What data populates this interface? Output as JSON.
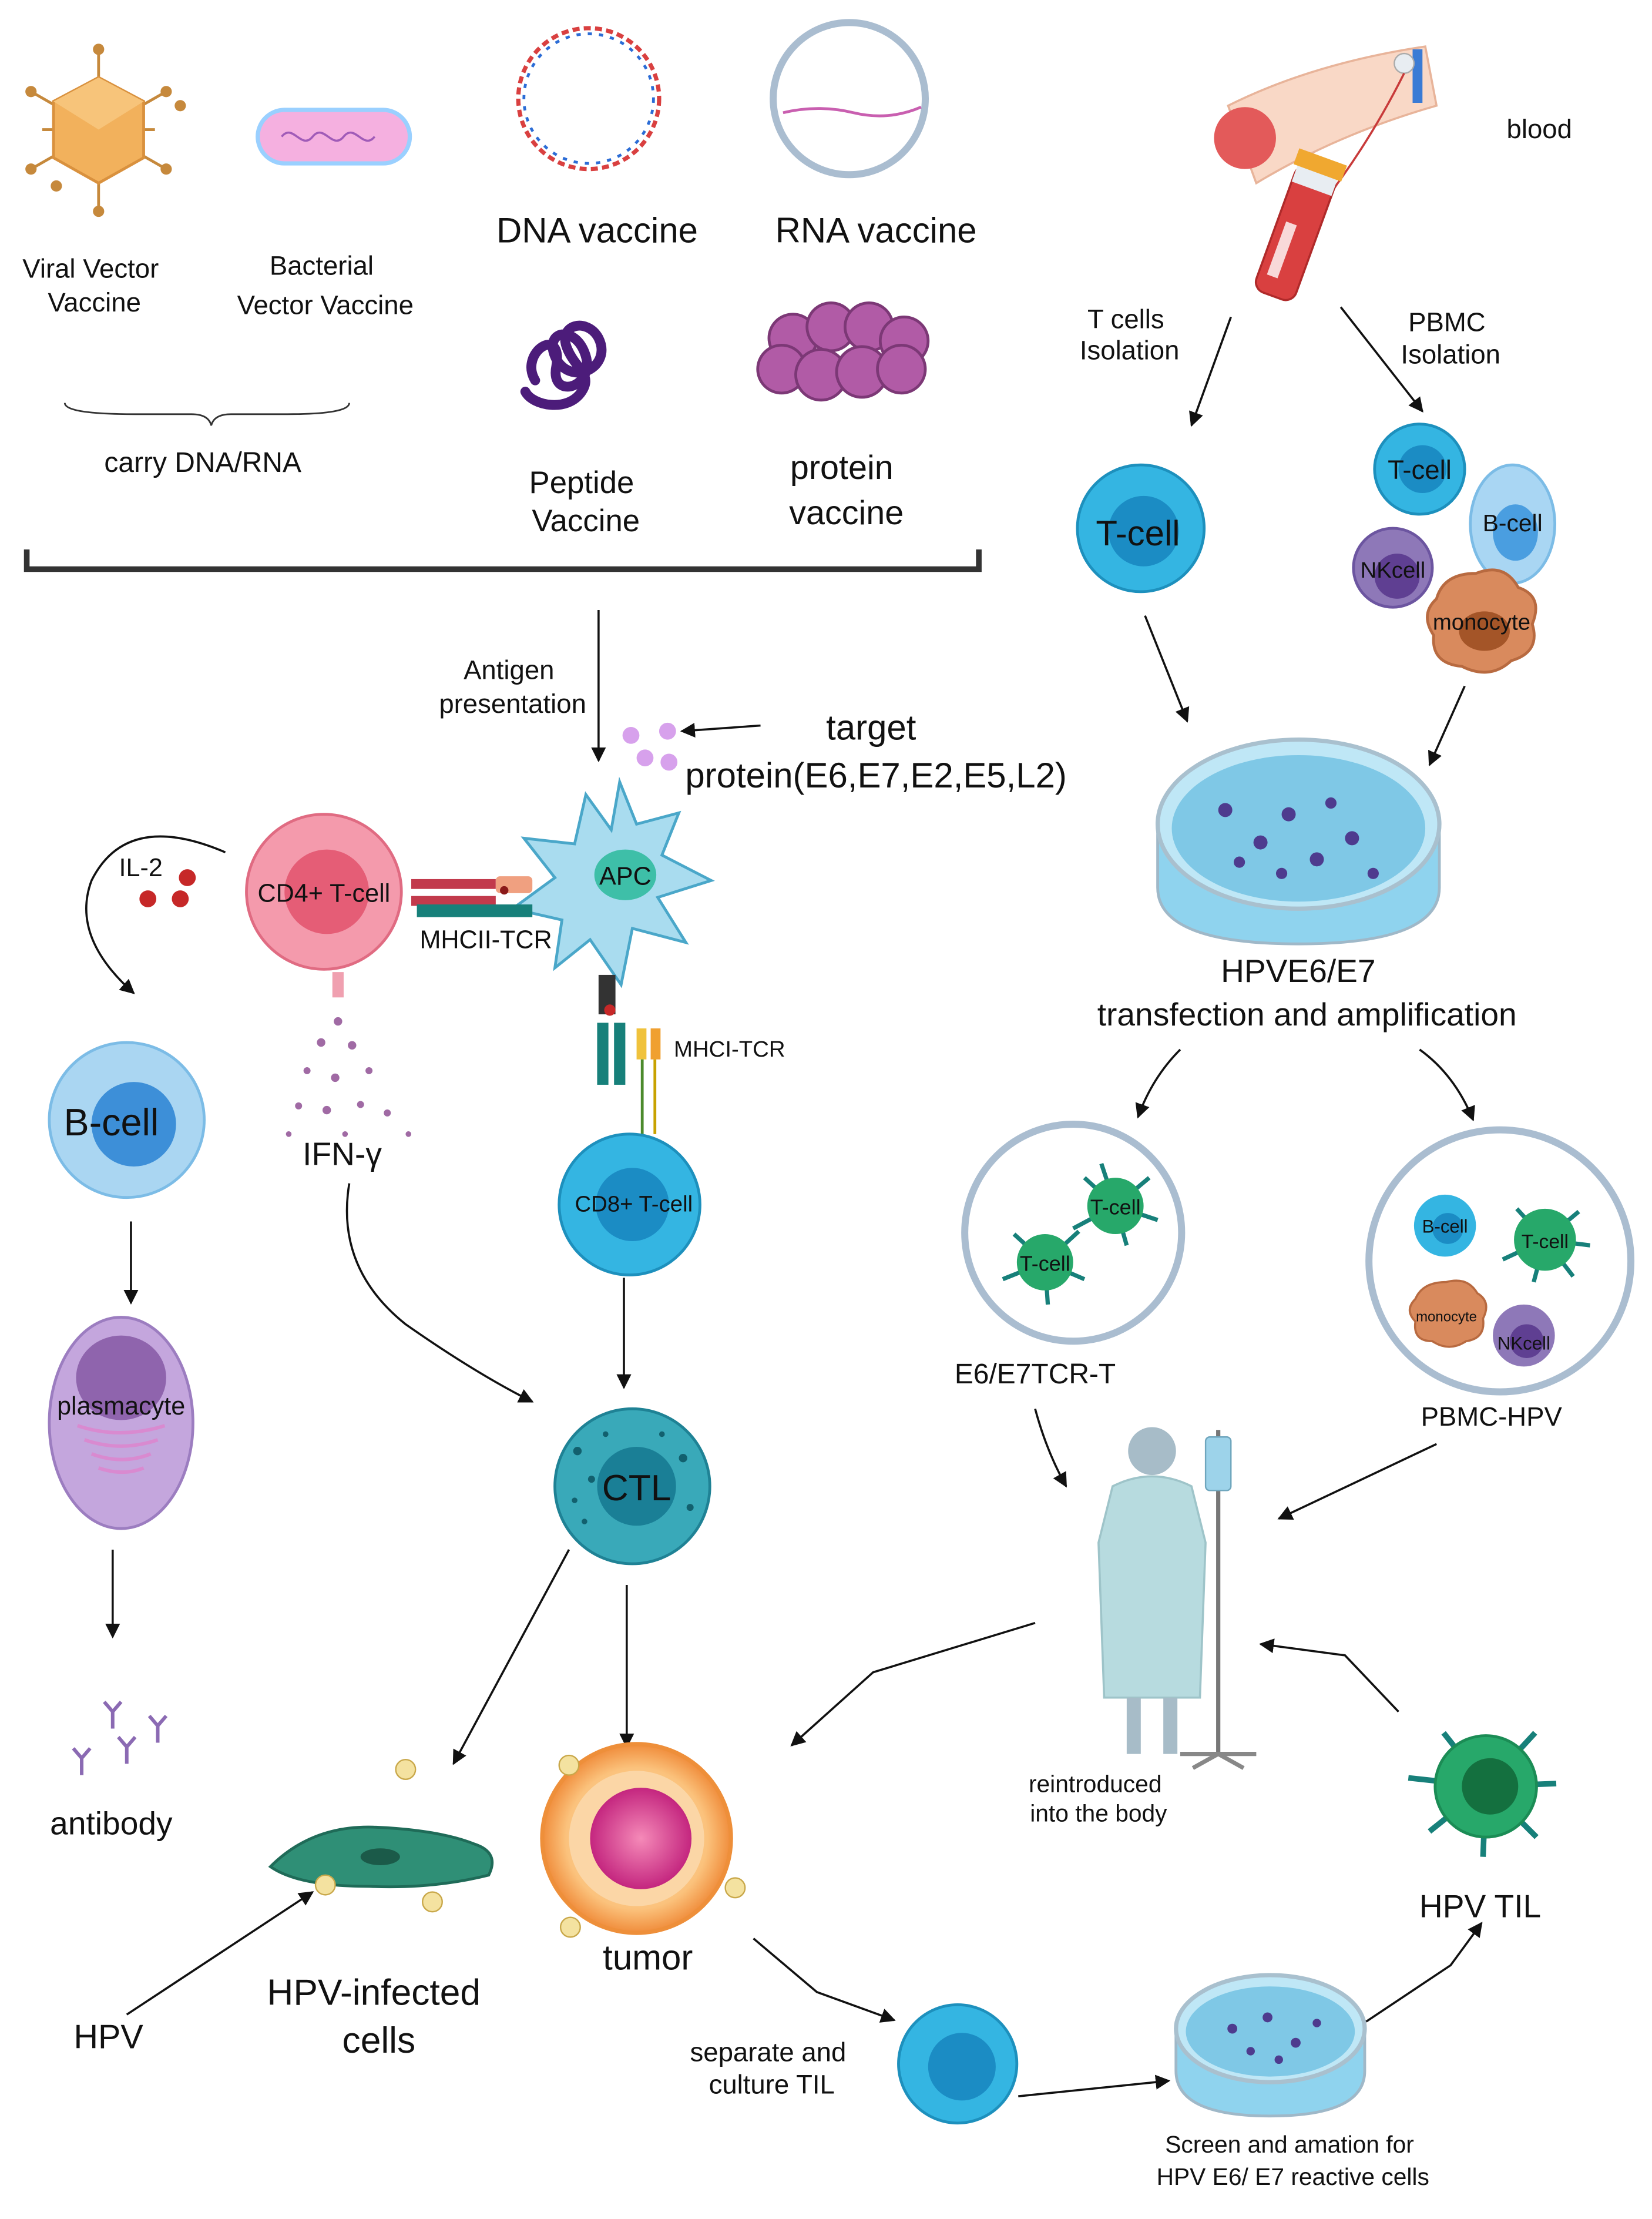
{
  "vaccines": {
    "viral_vector": [
      "Viral Vector",
      "Vaccine"
    ],
    "bacterial_vector": [
      "Bacterial",
      "Vector Vaccine"
    ],
    "dna": "DNA vaccine",
    "rna": "RNA vaccine",
    "peptide": [
      "Peptide",
      "Vaccine"
    ],
    "protein": [
      "protein",
      "vaccine"
    ],
    "carry": "carry DNA/RNA"
  },
  "presentation": {
    "antigen": [
      "Antigen",
      "presentation"
    ],
    "target": [
      "target",
      "protein(E6,E7,E2,E5,L2)"
    ],
    "apc": "APC",
    "cd4": "CD4+ T-cell",
    "mhc2": "MHCII-TCR",
    "mhc1": "MHCI-TCR",
    "cd8": "CD8+ T-cell",
    "il2": "IL-2",
    "ifn": "IFN-γ",
    "ctl": "CTL"
  },
  "humoral": {
    "bcell": "B-cell",
    "plasma": "plasmacyte",
    "antibody": "antibody"
  },
  "infection": {
    "hpv": "HPV",
    "infected": [
      "HPV-infected",
      "cells"
    ],
    "tumor": "tumor"
  },
  "adoptive": {
    "blood": "blood",
    "tcell_iso": [
      "T cells",
      "Isolation"
    ],
    "pbmc_iso": [
      "PBMC",
      "Isolation"
    ],
    "tcell": "T-cell",
    "bcell": "B-cell",
    "nkcell": "NKcell",
    "monocyte": "monocyte",
    "transfection": [
      "HPVE6/E7",
      "transfection and amplification"
    ],
    "tcr_t": "E6/E7TCR-T",
    "pbmc_hpv": "PBMC-HPV",
    "reintro": [
      "reintroduced",
      "into the body"
    ],
    "til": "HPV TIL",
    "separate": [
      "separate and",
      "culture TIL"
    ],
    "screen": [
      "Screen and amation for",
      "HPV E6/ E7 reactive cells"
    ]
  },
  "colors": {
    "tcell_blue": "#29b6df",
    "cd4_pink": "#f06e86",
    "ctl_teal": "#2fa5b6",
    "bcell_light": "#a9d6f3",
    "plasma_purple": "#b59ad5",
    "nk_purple": "#8e78b8",
    "monocyte": "#d98a5d",
    "til_green": "#27a86a",
    "receptor_teal": "#17807a",
    "tumor_orange": "#f5a05a",
    "tumor_core": "#d83c98",
    "infected_green": "#2f8f76",
    "dish_blue": "#8fd3ee"
  }
}
